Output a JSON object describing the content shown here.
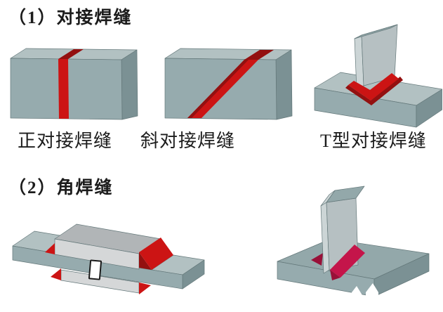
{
  "colors": {
    "background": "#ffffff",
    "text": "#1c1c1c",
    "outline": "#64787a",
    "steel_top": "#b2c1c2",
    "steel_front": "#96abae",
    "steel_side": "#7b9194",
    "steel_light": "#ccd5d6",
    "plate_front": "#b6c0c2",
    "plate_top": "#93a8aa",
    "cover_top": "#b1b5b7",
    "cover_front": "#d5d7d8",
    "weld_red": "#cc1414",
    "weld_red_dark": "#931010",
    "weld_crimson": "#c4154a",
    "weld_crimson_dark": "#991038",
    "gap_fill": "#ffffff",
    "gap_border": "#1a1a1a"
  },
  "section_butt": {
    "heading": "（1）对接焊缝",
    "figures": [
      {
        "id": "straight-butt-weld",
        "label": "正对接焊缝"
      },
      {
        "id": "oblique-butt-weld",
        "label": "斜对接焊缝"
      },
      {
        "id": "t-butt-weld",
        "label": "T型对接焊缝"
      }
    ]
  },
  "section_fillet": {
    "heading": "（2）角焊缝",
    "figures": [
      {
        "id": "lap-cover-fillet-weld",
        "label": ""
      },
      {
        "id": "t-fillet-weld",
        "label": ""
      }
    ]
  }
}
